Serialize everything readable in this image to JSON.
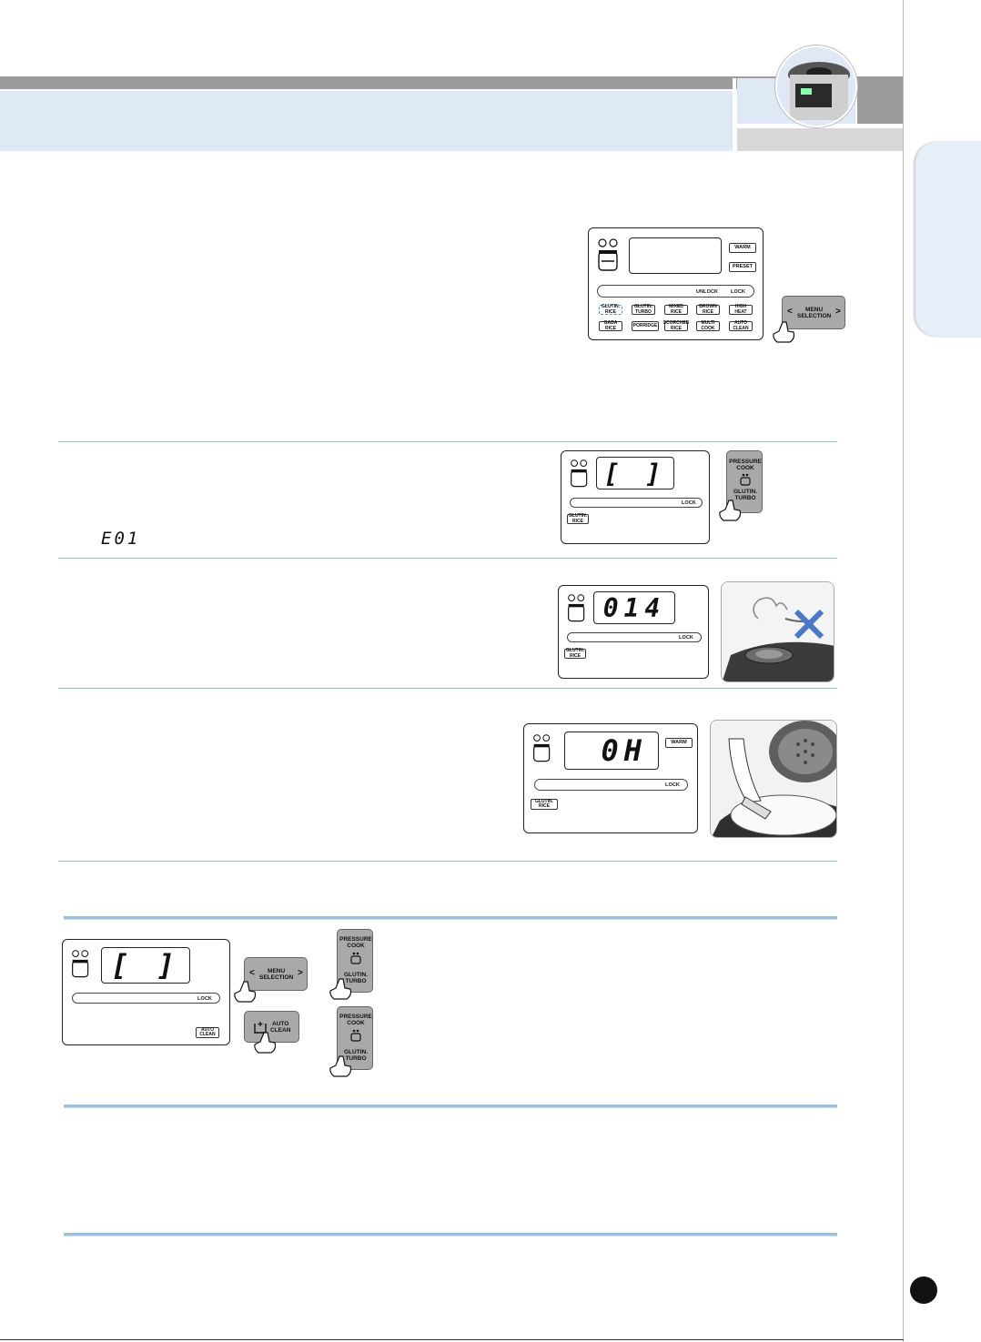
{
  "panel_main": {
    "warm": "WARM",
    "preset": "PRESET",
    "unlock": "UNLOCK",
    "lock": "LOCK",
    "menu_buttons": [
      "GLUTIN.\nRICE",
      "GLUTIN.\nTURBO",
      "MIXED\nRICE",
      "BROWN\nRICE",
      "HIGH\nHEAT",
      "GABA\nRICE",
      "PORRIDGE",
      "SCORCHED\nRICE",
      "MULTI\nCOOK",
      "AUTO\nCLEAN"
    ]
  },
  "menu_selection_button": {
    "label": "MENU\nSELECTION",
    "left": "<",
    "right": ">"
  },
  "pressure_button": {
    "top": "PRESSURE\nCOOK",
    "bottom": "GLUTIN.\nTURBO"
  },
  "auto_clean_button": {
    "label": "AUTO\nCLEAN"
  },
  "step1": {
    "lcd": "[ ]",
    "lock": "LOCK",
    "mode": "GLUTIN.\nRICE",
    "error_code": "E01"
  },
  "step2": {
    "lcd": "014",
    "lock": "LOCK",
    "mode": "GLUTIN.\nRICE"
  },
  "step3": {
    "lcd": "0H",
    "warm": "WARM",
    "lock": "LOCK",
    "mode": "GLUTIN.\nRICE"
  },
  "clean_panel": {
    "lcd": "[ ]",
    "lock": "LOCK",
    "mode": "AUTO\nCLEAN"
  }
}
